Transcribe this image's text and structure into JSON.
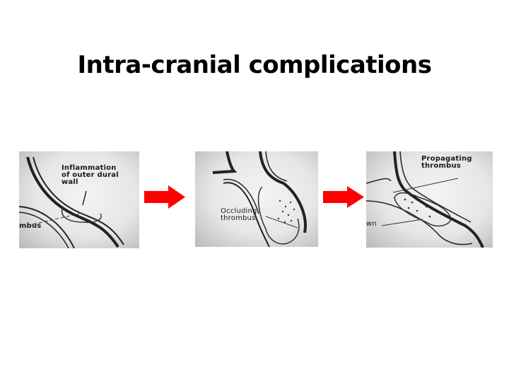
{
  "slide": {
    "title": "Intra-cranial complications",
    "accent_color": "#ff0000",
    "panels": [
      {
        "stage": 1,
        "labels": [
          "Inflammation\nof outer dural\nwall",
          "mbus"
        ]
      },
      {
        "stage": 2,
        "labels": [
          "Occluding\nthrombus"
        ]
      },
      {
        "stage": 3,
        "labels": [
          "Propagating\nthrombus",
          "wn"
        ]
      }
    ],
    "arrows": [
      {
        "from": 1,
        "to": 2,
        "direction": "right"
      },
      {
        "from": 2,
        "to": 3,
        "direction": "right"
      }
    ]
  }
}
